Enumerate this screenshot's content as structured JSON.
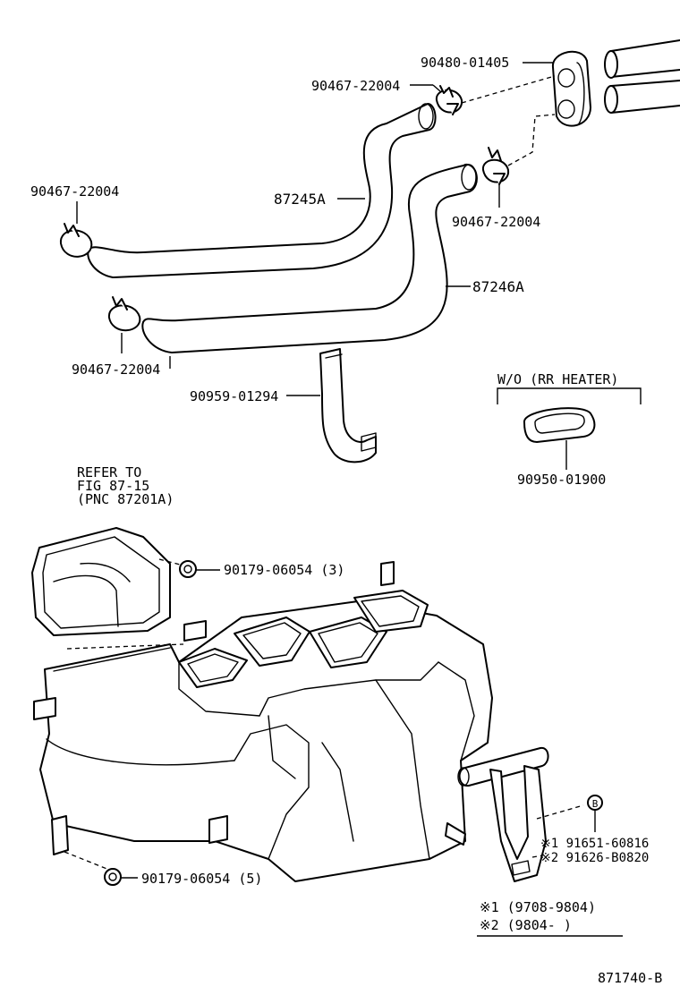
{
  "labels": {
    "grommet_top": "90480-01405",
    "clamp_top": "90467-22004",
    "clamp_right": "90467-22004",
    "clamp_left_upper": "90467-22004",
    "clamp_left_lower": "90467-22004",
    "hose_upper": "87245A",
    "hose_lower": "87246A",
    "bracket": "90959-01294",
    "wo_heading": "W/O (RR HEATER)",
    "grommet_wo": "90950-01900",
    "refer_line1": "REFER TO",
    "refer_line2": "FIG 87-15",
    "refer_line3": "(PNC 87201A)",
    "nut_upper": "90179-06054 (3)",
    "nut_lower": "90179-06054 (5)",
    "bolt_line1": "※1 91651-60816",
    "bolt_line2": "※2 91626-B0820",
    "bolt_marker": "B",
    "legend_line1": "※1 (9708-9804)",
    "legend_line2": "※2 (9804-      )",
    "figure_code": "871740-B"
  }
}
